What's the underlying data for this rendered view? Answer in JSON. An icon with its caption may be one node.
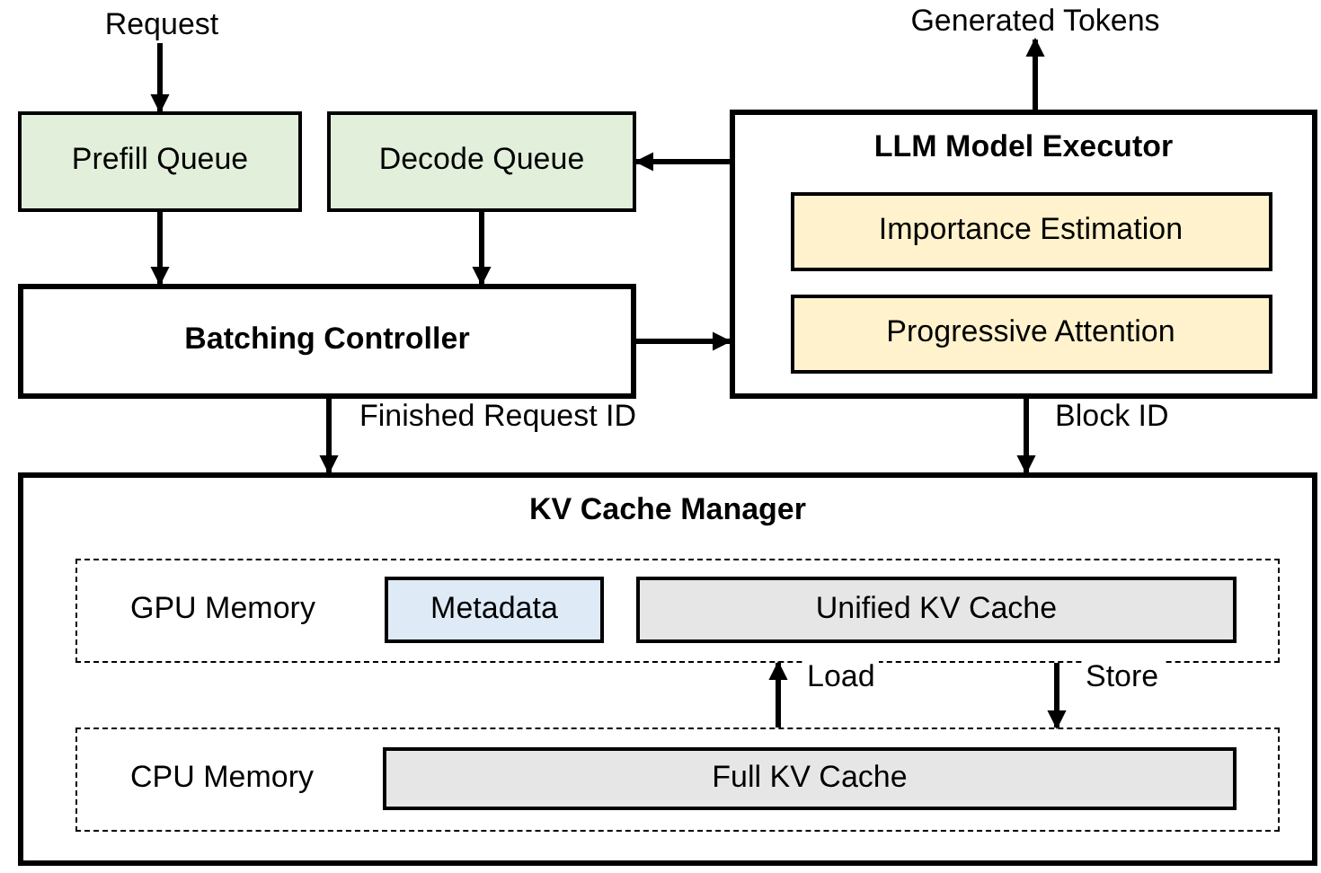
{
  "diagram": {
    "nodes": [
      {
        "text": [
          "Request"
        ]
      },
      {
        "text": [
          "Prefill Queue"
        ]
      },
      {
        "text": [
          "Decode Queue"
        ]
      },
      {
        "text": [
          "LLM Model Executor"
        ]
      },
      {
        "text": [
          "Importance Estimation"
        ],
        "in": 3
      },
      {
        "text": [
          "Progressive Attention"
        ],
        "in": 3
      },
      {
        "text": [
          "Batching Controller"
        ]
      },
      {
        "text": [
          "Generated Tokens"
        ]
      },
      {
        "text": [
          "KV Cache Manager"
        ]
      },
      {
        "text": [
          "GPU Memory"
        ],
        "in": 8
      },
      {
        "text": [
          "Metadata"
        ],
        "in": 9
      },
      {
        "text": [
          "Unified KV Cache"
        ],
        "in": 9
      },
      {
        "text": [
          "CPU Memory"
        ],
        "in": 8
      },
      {
        "text": [
          "Full KV Cache"
        ],
        "in": 12
      }
    ],
    "edges": [
      {
        "from": 0,
        "to": 1,
        "arrow": "to"
      },
      {
        "from": 3,
        "to": 2,
        "arrow": "to"
      },
      {
        "from": 1,
        "to": 6,
        "arrow": "to"
      },
      {
        "from": 2,
        "to": 6,
        "arrow": "to"
      },
      {
        "from": 6,
        "to": 3,
        "arrow": "to"
      },
      {
        "from": 3,
        "to": 7,
        "arrow": "to"
      },
      {
        "from": 6,
        "to": 8,
        "label": "Finished Request ID",
        "arrow": "to"
      },
      {
        "from": 3,
        "to": 8,
        "label": "Block ID",
        "arrow": "to"
      },
      {
        "from": 12,
        "to": 9,
        "label": "Load",
        "arrow": "to"
      },
      {
        "from": 9,
        "to": 12,
        "label": "Store",
        "arrow": "to"
      }
    ]
  }
}
